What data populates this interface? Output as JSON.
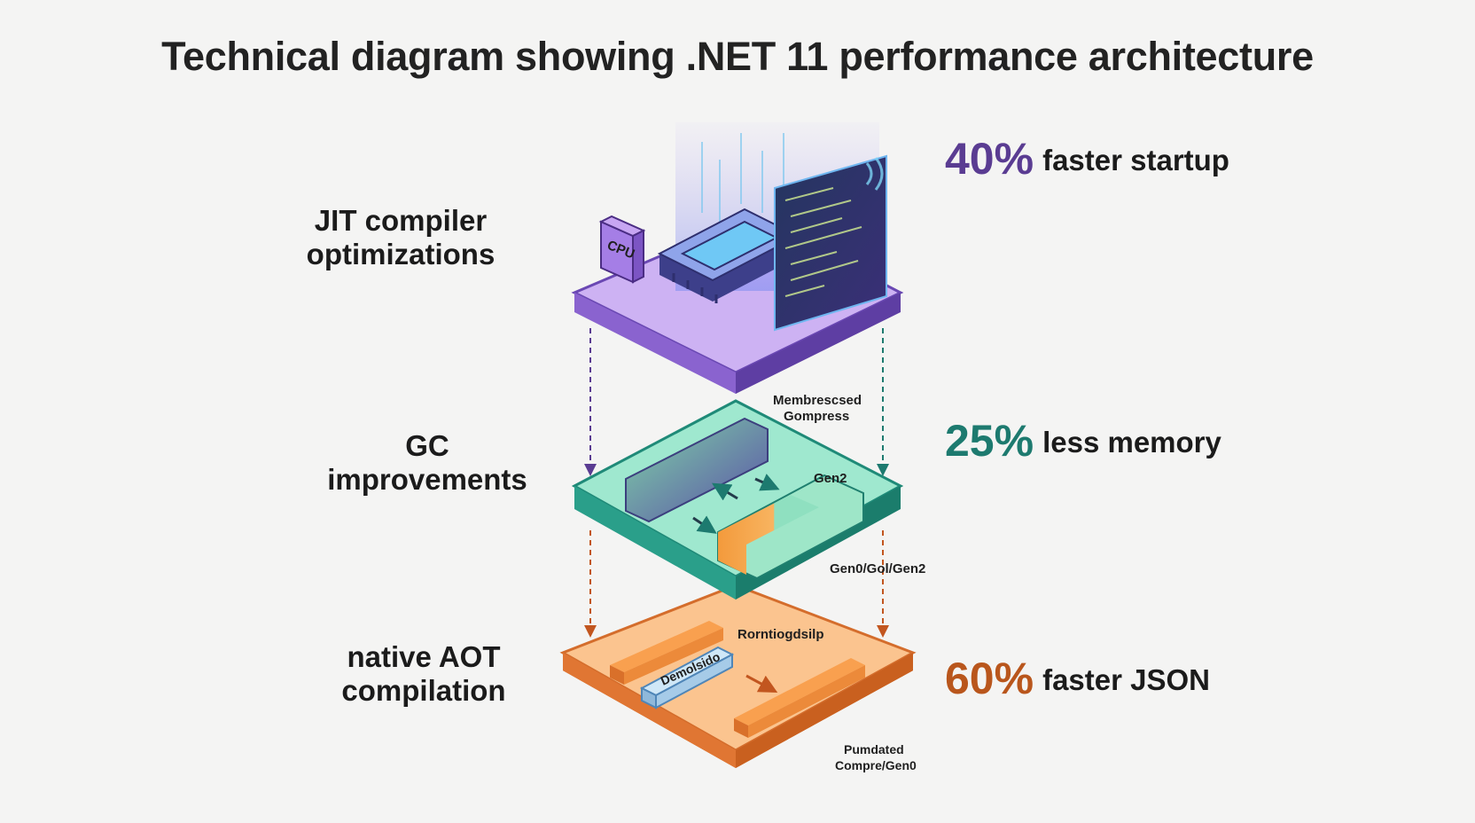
{
  "title": "Technical diagram showing .NET 11 performance architecture",
  "layers": [
    {
      "id": "jit",
      "label_line1": "JIT compiler",
      "label_line2": "optimizations",
      "stat_value": "40%",
      "stat_text": "faster startup",
      "color": "#b48ee8",
      "chip_text": "CPU"
    },
    {
      "id": "gc",
      "label_line1": "GC",
      "label_line2": "improvements",
      "stat_value": "25%",
      "stat_text": "less memory",
      "color": "#5fd1ae",
      "annotations": {
        "top_line1": "Membrescsed",
        "top_line2": "Gompress",
        "gen_label": "Gen2",
        "bottom": "Gen0/Gol/Gen2"
      }
    },
    {
      "id": "aot",
      "label_line1": "native AOT",
      "label_line2": "compilation",
      "stat_value": "60%",
      "stat_text": "faster JSON",
      "color": "#f7a968",
      "annotations": {
        "top": "Rorntiogdsilp",
        "block": "Demolsido",
        "bottom_line1": "Pumdated",
        "bottom_line2": "Compre/Gen0"
      }
    }
  ]
}
